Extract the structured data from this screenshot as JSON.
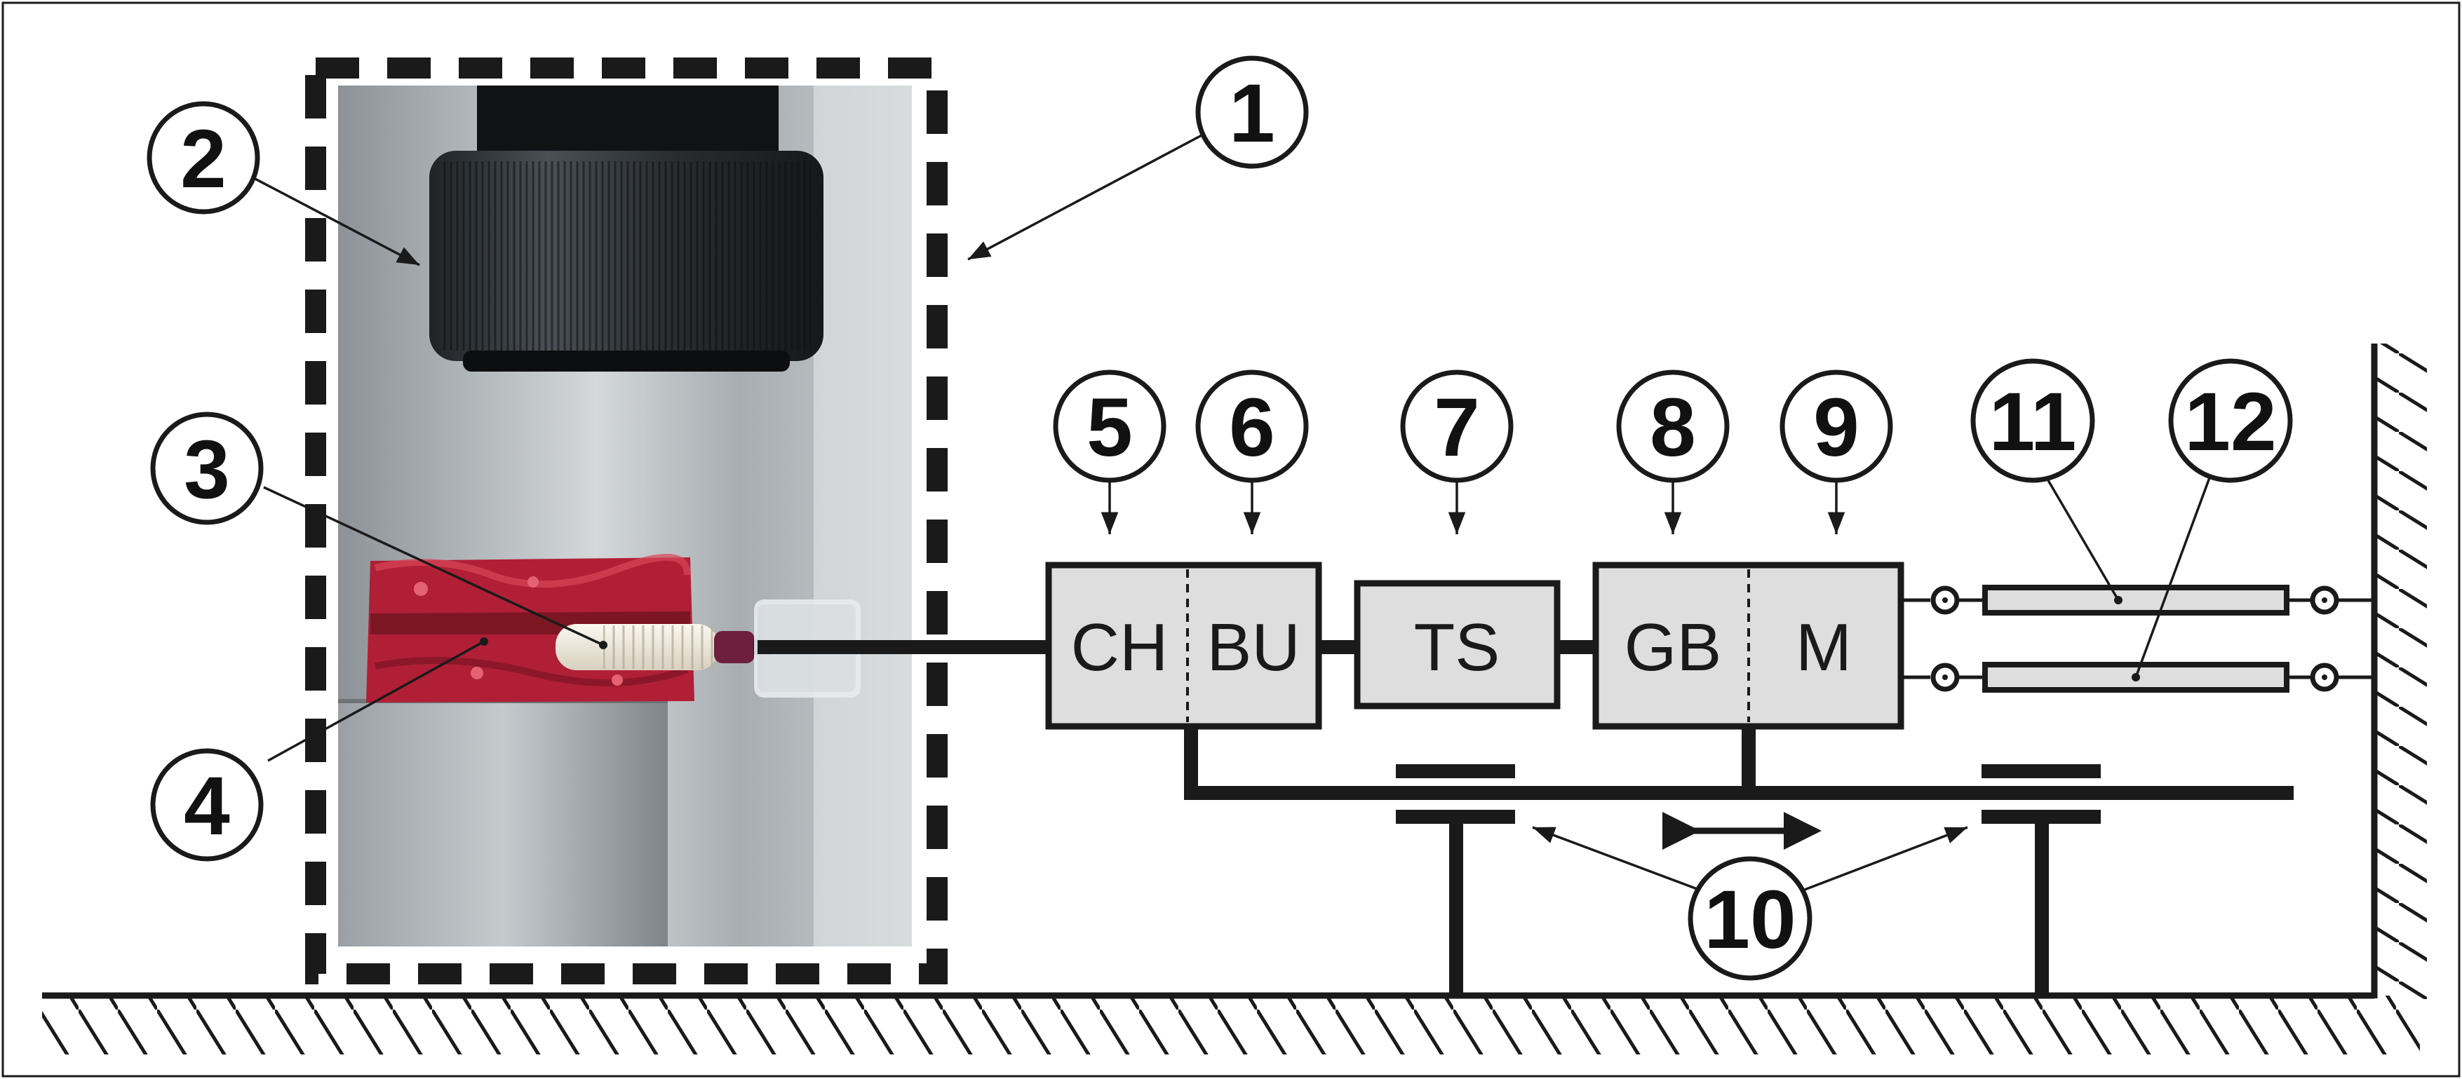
{
  "colors": {
    "line": "#1a1a1a",
    "box_fill": "#dedede",
    "tissue_red": "#b01f36",
    "screw_white": "#efe9dc",
    "background": "#ffffff"
  },
  "labels": {
    "n1": "1",
    "n2": "2",
    "n3": "3",
    "n4": "4",
    "n5": "5",
    "n6": "6",
    "n7": "7",
    "n8": "8",
    "n9": "9",
    "n10": "10",
    "n11": "11",
    "n12": "12"
  },
  "boxes": {
    "ch": "CH",
    "bu": "BU",
    "ts": "TS",
    "gb": "GB",
    "m": "M"
  },
  "icons": {
    "ground": "hatched-ground-icon",
    "wall": "hatched-wall-icon",
    "slide_direction": "double-arrow-icon",
    "photo_frame": "dashed-frame-icon"
  }
}
